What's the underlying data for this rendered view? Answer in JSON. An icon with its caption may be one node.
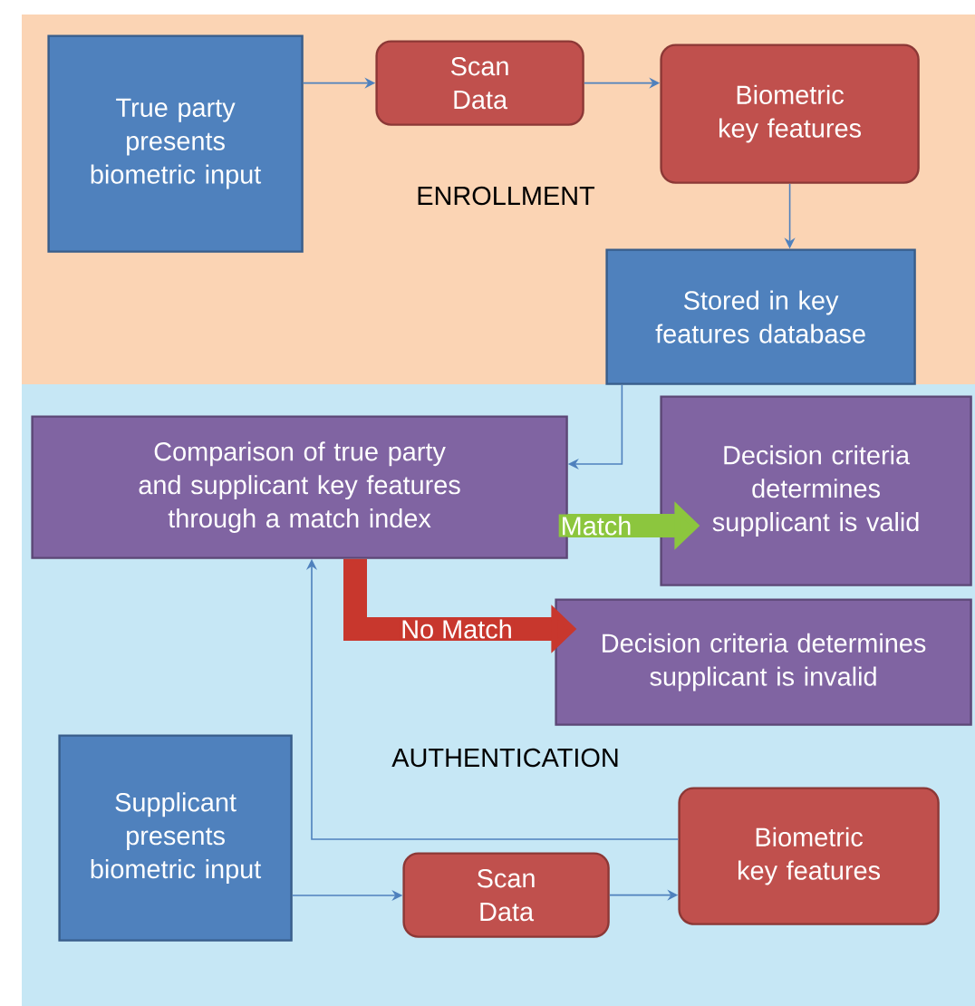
{
  "diagram": {
    "nodes": [
      {
        "text": [
          "ENROLLMENT"
        ]
      },
      {
        "text": [
          "True party presents biometric input"
        ],
        "in": 0
      },
      {
        "text": [
          "Scan Data"
        ],
        "in": 0
      },
      {
        "text": [
          "Biometric key features"
        ],
        "in": 0
      },
      {
        "text": [
          "Stored in key features database"
        ],
        "in": 0
      },
      {
        "text": [
          "AUTHENTICATION"
        ]
      },
      {
        "text": [
          "Comparison of true party and supplicant key features through a match index"
        ],
        "in": 5
      },
      {
        "text": [
          "Decision criteria determines supplicant is valid"
        ],
        "in": 5
      },
      {
        "text": [
          "Decision criteria determines supplicant is invalid"
        ],
        "in": 5
      },
      {
        "text": [
          "Supplicant presents biometric input"
        ],
        "in": 5
      },
      {
        "text": [
          "Scan Data"
        ],
        "in": 5
      },
      {
        "text": [
          "Biometric key features"
        ],
        "in": 5
      }
    ],
    "edges": [
      {
        "from": 1,
        "to": 2,
        "arrow": "to"
      },
      {
        "from": 2,
        "to": 3,
        "arrow": "to"
      },
      {
        "from": 3,
        "to": 4,
        "arrow": "to"
      },
      {
        "from": 4,
        "to": 6,
        "arrow": "to"
      },
      {
        "from": 6,
        "to": 7,
        "arrow": "to",
        "label": "Match",
        "style": "thick",
        "color": "#8cc63e"
      },
      {
        "from": 6,
        "to": 8,
        "arrow": "to",
        "label": "No Match",
        "style": "thick",
        "color": "#c8372d"
      },
      {
        "from": 9,
        "to": 10,
        "arrow": "to"
      },
      {
        "from": 10,
        "to": 11,
        "arrow": "to"
      },
      {
        "from": 11,
        "to": 6,
        "arrow": "to"
      }
    ]
  }
}
